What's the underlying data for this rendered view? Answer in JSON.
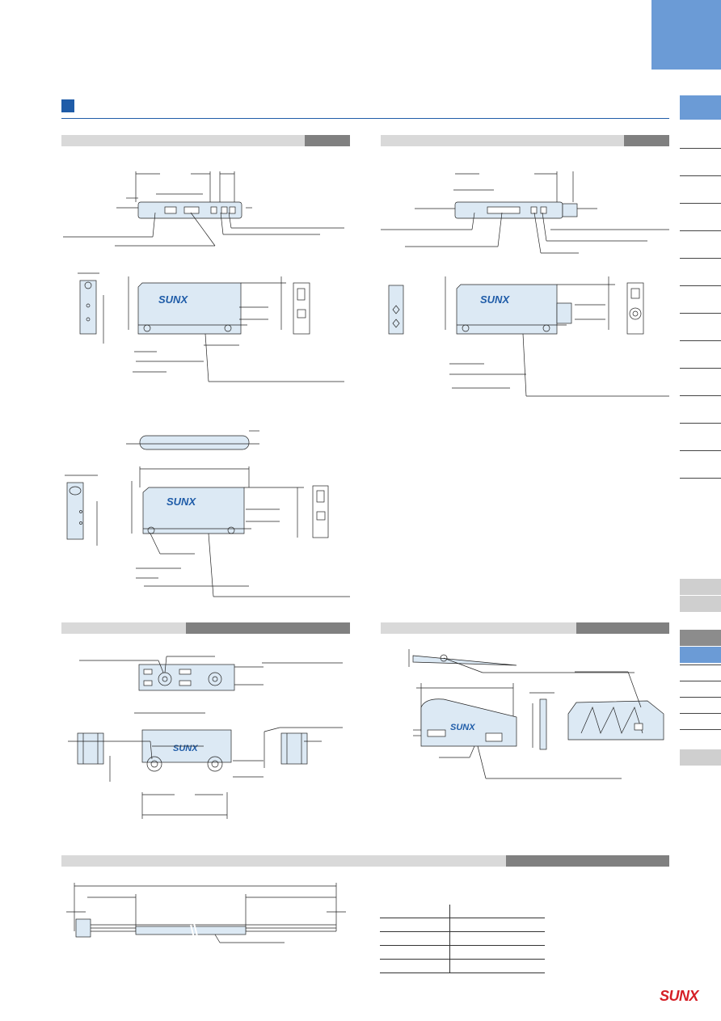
{
  "logo": {
    "text": "SUNX",
    "color": "#d51f26"
  },
  "colors": {
    "accent": "#1f5ca8",
    "tab_blue": "#6b9bd6",
    "bar_light": "#d9d9d9",
    "bar_dark": "#808080",
    "part_fill": "#dce9f4"
  },
  "drawings": {
    "device_a_brand": "SUNX",
    "device_b_brand": "SUNX",
    "device_c_brand": "SUNX",
    "bracket_brand": "SUNX",
    "mount_brand": "SUNX"
  },
  "table": {
    "rows": [
      "",
      "",
      "",
      "",
      ""
    ]
  }
}
